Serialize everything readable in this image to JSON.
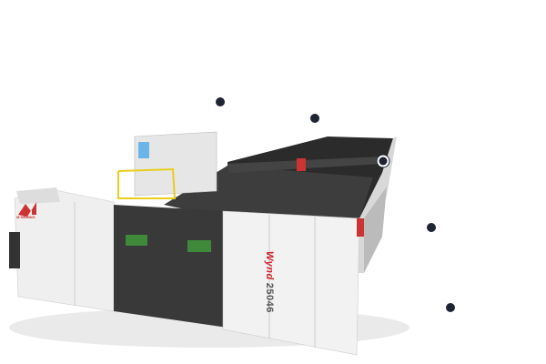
{
  "product": {
    "brand": "Wynd",
    "model": "25046",
    "logo_text": "M·HEMING"
  },
  "colors": {
    "hotspot": "#1f2433",
    "brand_red": "#d0202a",
    "panel": "#eeeeee",
    "dark": "#3a3a3a"
  },
  "hotspots": [
    {
      "id": 1,
      "icon": "hotspot-dot"
    },
    {
      "id": 2,
      "icon": "hotspot-dot"
    },
    {
      "id": 3,
      "icon": "hotspot-ring"
    },
    {
      "id": 4,
      "icon": "hotspot-dot"
    },
    {
      "id": 5,
      "icon": "hotspot-dot"
    }
  ]
}
